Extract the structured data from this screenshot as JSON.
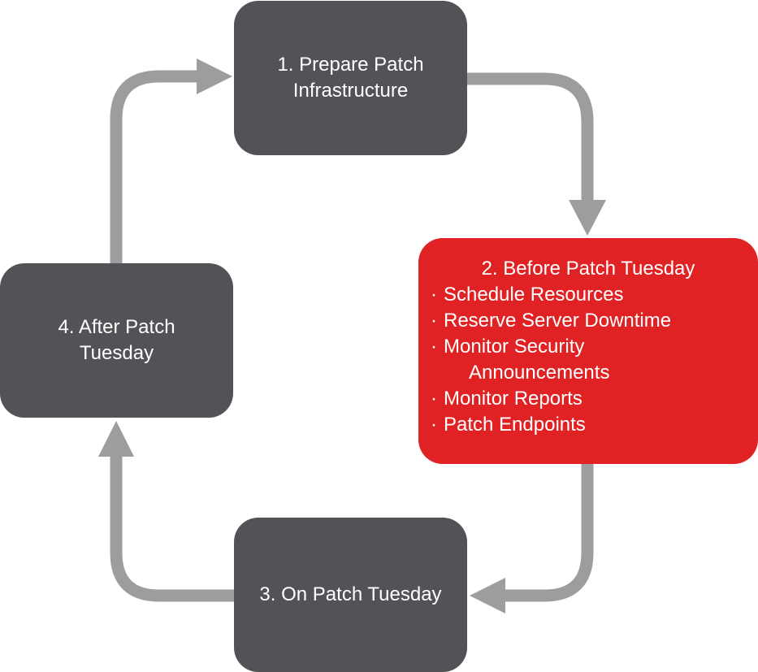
{
  "diagram": {
    "colors": {
      "dark_box": "#525357",
      "highlight_box": "#e02225",
      "arrow": "#9b9d9f",
      "text": "#ffffff"
    },
    "steps": [
      {
        "id": "step-1",
        "lines": [
          "1. Prepare Patch",
          "Infrastructure"
        ]
      },
      {
        "id": "step-2",
        "title": "2. Before Patch Tuesday",
        "bullet": "·",
        "items": [
          {
            "text": "Schedule Resources"
          },
          {
            "text": "Reserve Server Downtime"
          },
          {
            "text": "Monitor Security",
            "continuation": "Announcements"
          },
          {
            "text": "Monitor Reports"
          },
          {
            "text": "Patch Endpoints"
          }
        ]
      },
      {
        "id": "step-3",
        "lines": [
          "3. On Patch Tuesday"
        ]
      },
      {
        "id": "step-4",
        "lines": [
          "4. After Patch",
          "Tuesday"
        ]
      }
    ],
    "flow": [
      "step-1",
      "step-2",
      "step-3",
      "step-4",
      "step-1"
    ]
  }
}
